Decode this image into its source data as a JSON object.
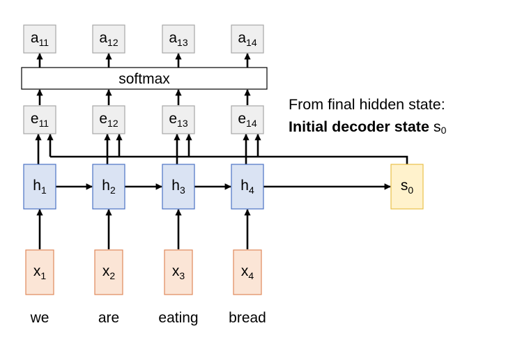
{
  "colors": {
    "gray_fill": "#efefef",
    "gray_stroke": "#a7a7a7",
    "blue_fill": "#dae3f3",
    "blue_stroke": "#4a72c4",
    "orange_fill": "#fbe5d6",
    "orange_stroke": "#e0885a",
    "yellow_fill": "#fff2cc",
    "yellow_stroke": "#e9c04a",
    "line": "#000000"
  },
  "columns": [
    {
      "a": {
        "base": "a",
        "sub": "11"
      },
      "e": {
        "base": "e",
        "sub": "11"
      },
      "h": {
        "base": "h",
        "sub": "1"
      },
      "x": {
        "base": "x",
        "sub": "1"
      },
      "word": "we"
    },
    {
      "a": {
        "base": "a",
        "sub": "12"
      },
      "e": {
        "base": "e",
        "sub": "12"
      },
      "h": {
        "base": "h",
        "sub": "2"
      },
      "x": {
        "base": "x",
        "sub": "2"
      },
      "word": "are"
    },
    {
      "a": {
        "base": "a",
        "sub": "13"
      },
      "e": {
        "base": "e",
        "sub": "13"
      },
      "h": {
        "base": "h",
        "sub": "3"
      },
      "x": {
        "base": "x",
        "sub": "3"
      },
      "word": "eating"
    },
    {
      "a": {
        "base": "a",
        "sub": "14"
      },
      "e": {
        "base": "e",
        "sub": "14"
      },
      "h": {
        "base": "h",
        "sub": "4"
      },
      "x": {
        "base": "x",
        "sub": "4"
      },
      "word": "bread"
    }
  ],
  "softmax": {
    "label": "softmax"
  },
  "decoder": {
    "base": "s",
    "sub": "0"
  },
  "note": {
    "line1": "From final hidden state:",
    "line2_bold": "Initial decoder state",
    "line2_sym": "s",
    "line2_sub": "0"
  }
}
